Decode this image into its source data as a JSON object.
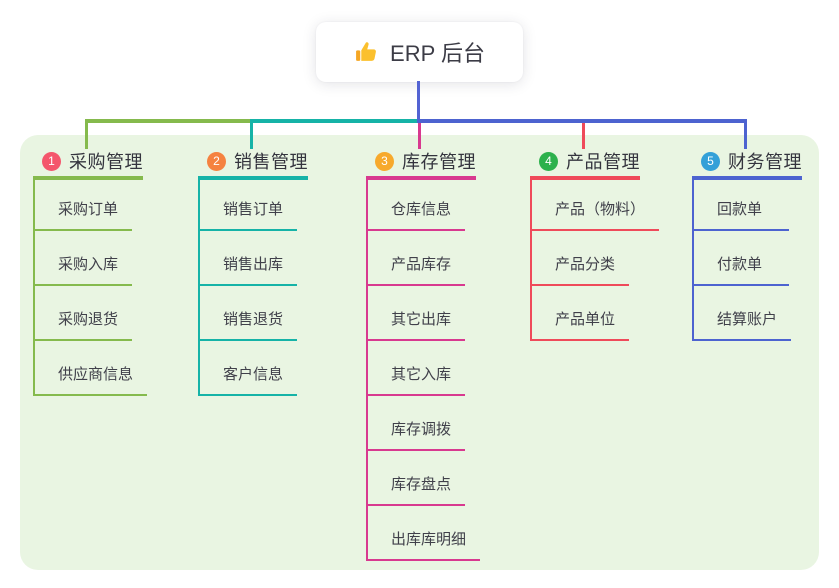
{
  "root": {
    "label": "ERP 后台",
    "icon": "thumbs-up-icon"
  },
  "branches": [
    {
      "number": "1",
      "label": "采购管理",
      "badge_color": "#f4566c",
      "line_color": "#85ba4d",
      "children": [
        "采购订单",
        "采购入库",
        "采购退货",
        "供应商信息"
      ]
    },
    {
      "number": "2",
      "label": "销售管理",
      "badge_color": "#f58240",
      "line_color": "#16b3a7",
      "children": [
        "销售订单",
        "销售出库",
        "销售退货",
        "客户信息"
      ]
    },
    {
      "number": "3",
      "label": "库存管理",
      "badge_color": "#f7a92c",
      "line_color": "#d8398f",
      "children": [
        "仓库信息",
        "产品库存",
        "其它出库",
        "其它入库",
        "库存调拨",
        "库存盘点",
        "出库库明细"
      ]
    },
    {
      "number": "4",
      "label": "产品管理",
      "badge_color": "#2cb14c",
      "line_color": "#ef4a5a",
      "children": [
        "产品（物料）",
        "产品分类",
        "产品单位"
      ]
    },
    {
      "number": "5",
      "label": "财务管理",
      "badge_color": "#33a0d8",
      "line_color": "#4d63d0",
      "children": [
        "回款单",
        "付款单",
        "结算账户"
      ]
    }
  ],
  "colors": {
    "root_line": "#5363d3",
    "panel_bg": "#e9f5e2",
    "root_text": "#3c3c46"
  }
}
